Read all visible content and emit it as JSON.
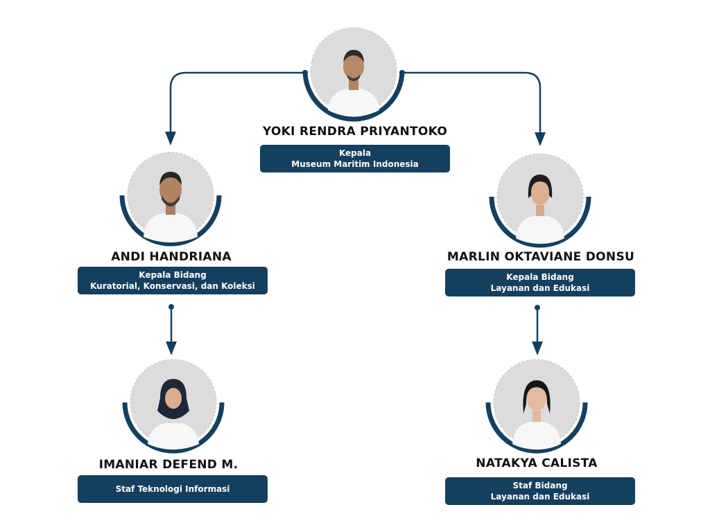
{
  "colors": {
    "navy": "#153f5e",
    "photo_bg": "#dcdcdc",
    "text": "#111111"
  },
  "people": {
    "head": {
      "name": "YOKI RENDRA PRIYANTOKO",
      "role_line1": "Kepala",
      "role_line2": "Museum Maritim Indonesia"
    },
    "left_head": {
      "name": "ANDI HANDRIANA",
      "role_line1": "Kepala Bidang",
      "role_line2": "Kuratorial, Konservasi, dan Koleksi"
    },
    "right_head": {
      "name": "MARLIN OKTAVIANE DONSU",
      "role_line1": "Kepala Bidang",
      "role_line2": "Layanan dan Edukasi"
    },
    "left_staff": {
      "name": "IMANIAR DEFEND M.",
      "role_line1": "Staf Teknologi Informasi"
    },
    "right_staff": {
      "name": "NATAKYA CALISTA",
      "role_line1": "Staf Bidang",
      "role_line2": "Layanan dan Edukasi"
    }
  }
}
